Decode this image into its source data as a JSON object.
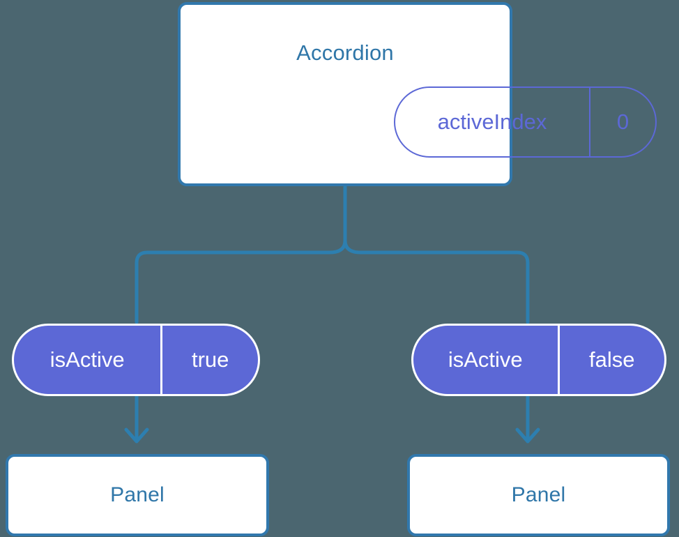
{
  "diagram": {
    "background_color": "#4b6670",
    "accent_blue": "#3178ad",
    "title_blue": "#2f76a8",
    "pill_purple": "#5c68d6",
    "pill_text_white": "#ffffff",
    "root": {
      "title": "Accordion",
      "prop": {
        "key": "activeIndex",
        "value": "0"
      }
    },
    "branches": [
      {
        "prop": {
          "key": "isActive",
          "value": "true"
        },
        "child": {
          "title": "Panel"
        }
      },
      {
        "prop": {
          "key": "isActive",
          "value": "false"
        },
        "child": {
          "title": "Panel"
        }
      }
    ]
  }
}
